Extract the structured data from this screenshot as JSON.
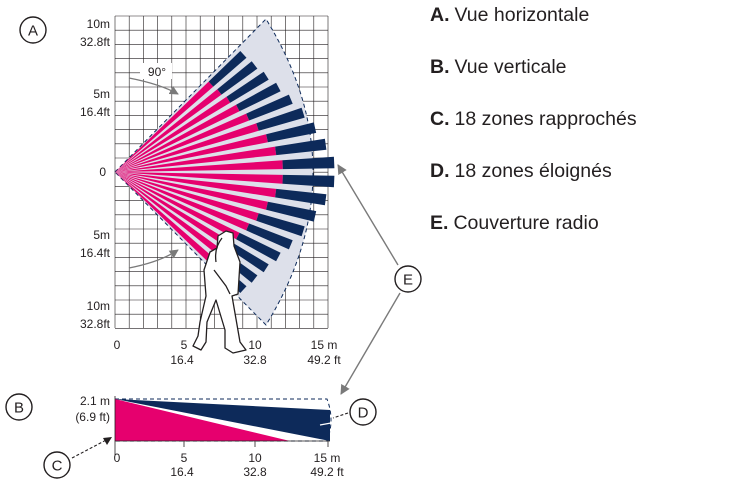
{
  "colors": {
    "near_zone": "#e6006e",
    "far_zone": "#0d2a5a",
    "grid": "#231f20",
    "coverage": "#dde0ea",
    "annotation": "#7a7a7a"
  },
  "horizontal_view": {
    "marker": "A",
    "angle_label": "90°",
    "y_labels": [
      {
        "m": "10m",
        "ft": "32.8ft"
      },
      {
        "m": "5m",
        "ft": "16.4ft"
      },
      {
        "m": "0",
        "ft": ""
      },
      {
        "m": "5m",
        "ft": "16.4ft"
      },
      {
        "m": "10m",
        "ft": "32.8ft"
      }
    ],
    "x_labels": [
      {
        "m": "0",
        "ft": ""
      },
      {
        "m": "5",
        "ft": "16.4"
      },
      {
        "m": "10",
        "ft": "32.8"
      },
      {
        "m": "15 m",
        "ft": "49.2 ft"
      }
    ],
    "zones": 18,
    "figure_icon": "walking-person-icon"
  },
  "vertical_view": {
    "marker": "B",
    "height_m": "2.1 m",
    "height_ft": "(6.9 ft)",
    "x_labels": [
      {
        "m": "0",
        "ft": ""
      },
      {
        "m": "5",
        "ft": "16.4"
      },
      {
        "m": "10",
        "ft": "32.8"
      },
      {
        "m": "15 m",
        "ft": "49.2 ft"
      }
    ]
  },
  "callouts": {
    "c": "C",
    "d": "D",
    "e": "E"
  },
  "legend": [
    {
      "key": "A.",
      "text": "Vue horizontale"
    },
    {
      "key": "B.",
      "text": "Vue verticale"
    },
    {
      "key": "C.",
      "text": "18 zones rapprochés"
    },
    {
      "key": "D.",
      "text": "18 zones éloignés"
    },
    {
      "key": "E.",
      "text": "Couverture radio"
    }
  ]
}
